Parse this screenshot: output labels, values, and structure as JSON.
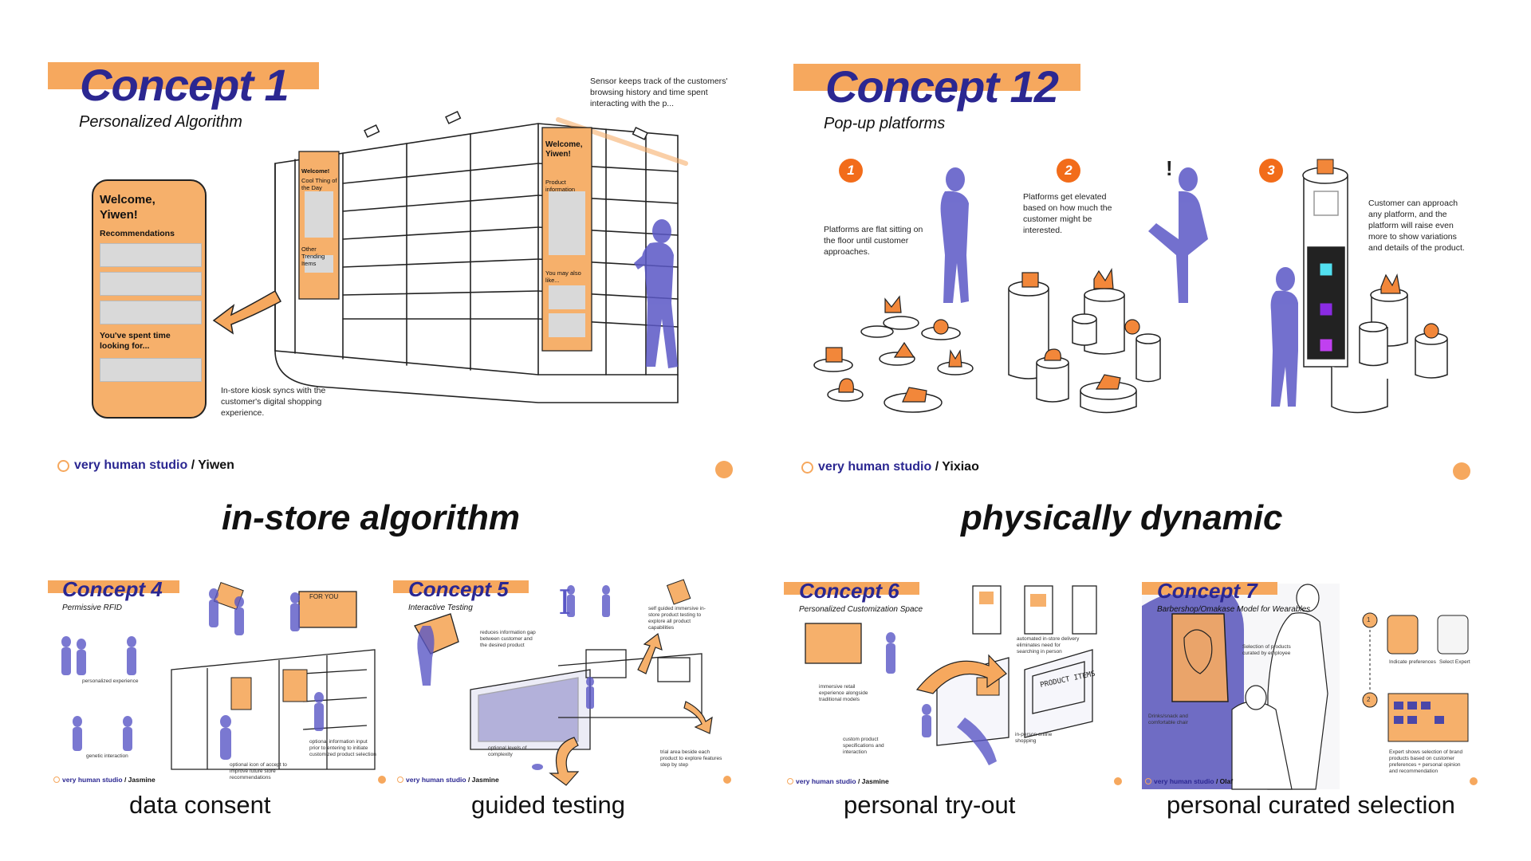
{
  "colors": {
    "accent": "#f6a85e",
    "accent_dark": "#f26c1a",
    "brand_blue": "#2b2791",
    "figure_purple": "#5a57c6"
  },
  "concept1": {
    "title": "Concept 1",
    "subtitle": "Personalized Algorithm",
    "sensor_note": "Sensor keeps track of the customers' browsing history and time spent interacting with the p...",
    "kiosk_note": "In-store kiosk syncs with the customer's digital shopping experience.",
    "kiosk": {
      "greeting": "Welcome, Yiwen!",
      "recommendations": "Recommendations",
      "spent_time": "You've spent time looking for..."
    },
    "panel_left": {
      "welcome": "Welcome!",
      "deal": "Cool Thing of the Day",
      "trending": "Other Trending Items"
    },
    "panel_right": {
      "welcome": "Welcome, Yiwen!",
      "product": "Product information",
      "also_like": "You may also like..."
    },
    "brand": "very human studio",
    "author": "/ Yiwen"
  },
  "concept12": {
    "title": "Concept 12",
    "subtitle": "Pop-up platforms",
    "steps": [
      {
        "num": "1",
        "text": "Platforms are flat sitting on the floor until customer approaches."
      },
      {
        "num": "2",
        "text": "Platforms get elevated based on how much the customer might be interested."
      },
      {
        "num": "3",
        "text": "Customer can approach any platform, and the platform will raise even more to show variations and details of the product."
      }
    ],
    "brand": "very human studio",
    "author": "/ Yixiao"
  },
  "captions": {
    "top_left": "in-store algorithm",
    "top_right": "physically dynamic",
    "c4": "data consent",
    "c5": "guided testing",
    "c6": "personal try-out",
    "c7": "personal curated selection"
  },
  "concept4": {
    "title": "Concept 4",
    "subtitle": "Permissive RFID",
    "notes": [
      "personalized experience",
      "genetic interaction",
      "optional information input prior to entering to initiate customized product selection",
      "optional icon of accept to improve future store recommendations"
    ],
    "shelf_sign": "FOR YOU",
    "brand": "very human studio",
    "author": "/ Jasmine"
  },
  "concept5": {
    "title": "Concept 5",
    "subtitle": "Interactive Testing",
    "notes": [
      "reduces information gap between customer and the desired product",
      "optional levels of complexity",
      "self guided immersive in-store product testing to explore all product capabilities",
      "trial area beside each product to explore features step by step"
    ],
    "brand": "very human studio",
    "author": "/ Jasmine"
  },
  "concept6": {
    "title": "Concept 6",
    "subtitle": "Personalized Customization Space",
    "notes": [
      "automated in-store delivery eliminates need for searching in person",
      "immersive retail experience alongside traditional models",
      "custom product specifications and interaction",
      "in-person online shopping"
    ],
    "screen_text": "PRODUCT ITEMS",
    "brand": "very human studio",
    "author": "/ Jasmine"
  },
  "concept7": {
    "title": "Concept 7",
    "subtitle": "Barbershop/Omakase Model for Wearables",
    "notes": [
      "Selection of products curated by employee",
      "Drinks/snack and comfortable chair",
      "Indicate preferences",
      "Select Expert",
      "Expert shows selection of brand products based on customer preferences + personal opinion and recommendation"
    ],
    "step_nums": [
      "1",
      "2"
    ],
    "brand": "very human studio",
    "author": "/ Olaf"
  }
}
